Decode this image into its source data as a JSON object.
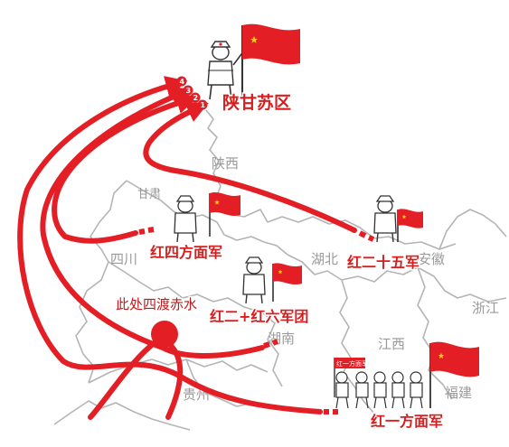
{
  "provinces": {
    "shaanxi": "陕西",
    "gansu": "甘肃",
    "sichuan": "四川",
    "hubei": "湖北",
    "anhui": "安徽",
    "zhejiang": "浙江",
    "jiangxi": "江西",
    "hunan": "湖南",
    "guizhou": "贵州",
    "fujian": "福建"
  },
  "armies": {
    "destination": "陕甘苏区",
    "fourth_front": "红四方面军",
    "twenty_fifth": "红二十五军",
    "second_sixth": "红二+红六军团",
    "first_front": "红一方面军"
  },
  "annotation": "此处四渡赤水",
  "banner": "红一方面军",
  "arrival_order": [
    "4",
    "3",
    "2",
    "1"
  ],
  "colors": {
    "route": "#e31e24",
    "flag": "#e31e24",
    "border": "#b4b4b4",
    "province_label": "#9a9a9a"
  },
  "icons": [
    "soldier-icon",
    "red-flag-icon",
    "hammer-sickle-icon"
  ]
}
